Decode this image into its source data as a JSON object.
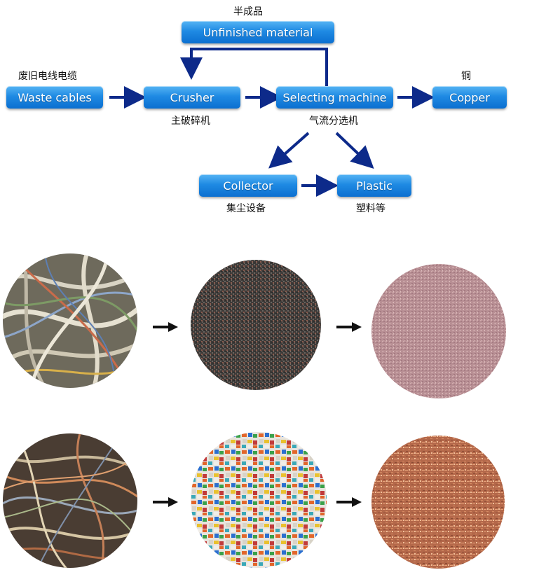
{
  "flow": {
    "unfinished": {
      "en": "Unfinished material",
      "zh": "半成品"
    },
    "waste": {
      "en": "Waste cables",
      "zh": "废旧电线电缆"
    },
    "crusher": {
      "en": "Crusher",
      "zh": "主破碎机"
    },
    "selecting": {
      "en": "Selecting machine",
      "zh": "气流分选机"
    },
    "copper": {
      "en": "Copper",
      "zh": "铜"
    },
    "collector": {
      "en": "Collector",
      "zh": "集尘设备"
    },
    "plastic": {
      "en": "Plastic",
      "zh": "塑料等"
    },
    "colors": {
      "box": "#1f8ae3",
      "arrow": "#0d2a8a"
    }
  },
  "photos": {
    "row1": [
      "waste-cable-photo",
      "crushed-granules-photo",
      "copper-powder-photo"
    ],
    "row2": [
      "colored-wires-photo",
      "plastic-granules-photo",
      "copper-granules-photo"
    ]
  }
}
